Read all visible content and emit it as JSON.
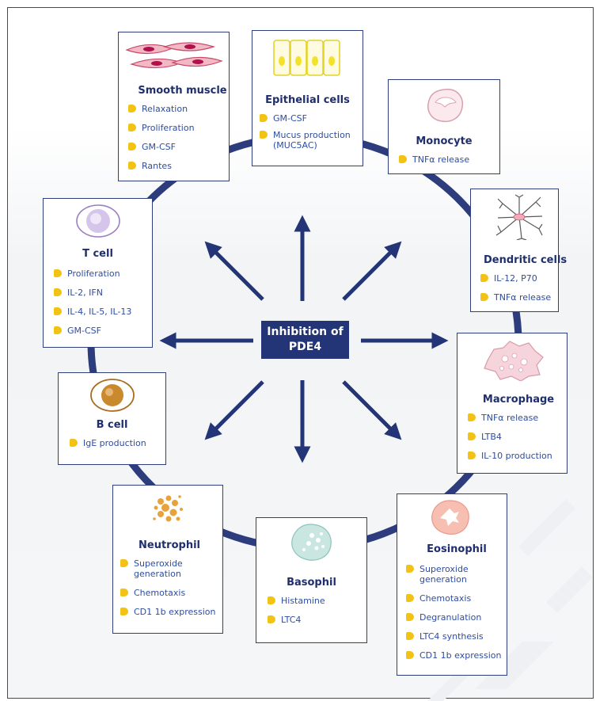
{
  "center": {
    "line1": "Inhibition of",
    "line2": "PDE4"
  },
  "colors": {
    "ring": "#2c3c7c",
    "card_border": "#2f3f7e",
    "title": "#1f2f6e",
    "item_text": "#2e4da0",
    "bullet": "#f2c315"
  },
  "cards": {
    "smooth_muscle": {
      "title": "Smooth muscle",
      "icon": "smooth-muscle-cells-icon",
      "items": [
        "Relaxation",
        "Proliferation",
        "GM-CSF",
        "Rantes"
      ]
    },
    "epithelial": {
      "title": "Epithelial cells",
      "icon": "epithelial-cells-icon",
      "items": [
        "GM-CSF",
        "Mucus production (MUC5AC)"
      ]
    },
    "monocyte": {
      "title": "Monocyte",
      "icon": "monocyte-icon",
      "items": [
        "TNFα release"
      ]
    },
    "dendritic": {
      "title": "Dendritic cells",
      "icon": "dendritic-cell-icon",
      "items": [
        "IL-12, P70",
        "TNFα release"
      ]
    },
    "macrophage": {
      "title": "Macrophage",
      "icon": "macrophage-icon",
      "items": [
        "TNFα release",
        "LTB4",
        "IL-10 production"
      ]
    },
    "eosinophil": {
      "title": "Eosinophil",
      "icon": "eosinophil-icon",
      "items": [
        "Superoxide generation",
        "Chemotaxis",
        "Degranulation",
        "LTC4  synthesis",
        "CD1 1b expression"
      ]
    },
    "basophil": {
      "title": "Basophil",
      "icon": "basophil-icon",
      "items": [
        "Histamine",
        "LTC4"
      ]
    },
    "neutrophil": {
      "title": "Neutrophil",
      "icon": "neutrophil-icon",
      "items": [
        "Superoxide generation",
        "Chemotaxis",
        "CD1 1b expression"
      ]
    },
    "b_cell": {
      "title": "B cell",
      "icon": "b-cell-icon",
      "items": [
        "IgE production"
      ]
    },
    "t_cell": {
      "title": "T cell",
      "icon": "t-cell-icon",
      "items": [
        "Proliferation",
        "IL-2, IFN",
        "IL-4, IL-5, IL-13",
        "GM-CSF"
      ]
    }
  }
}
